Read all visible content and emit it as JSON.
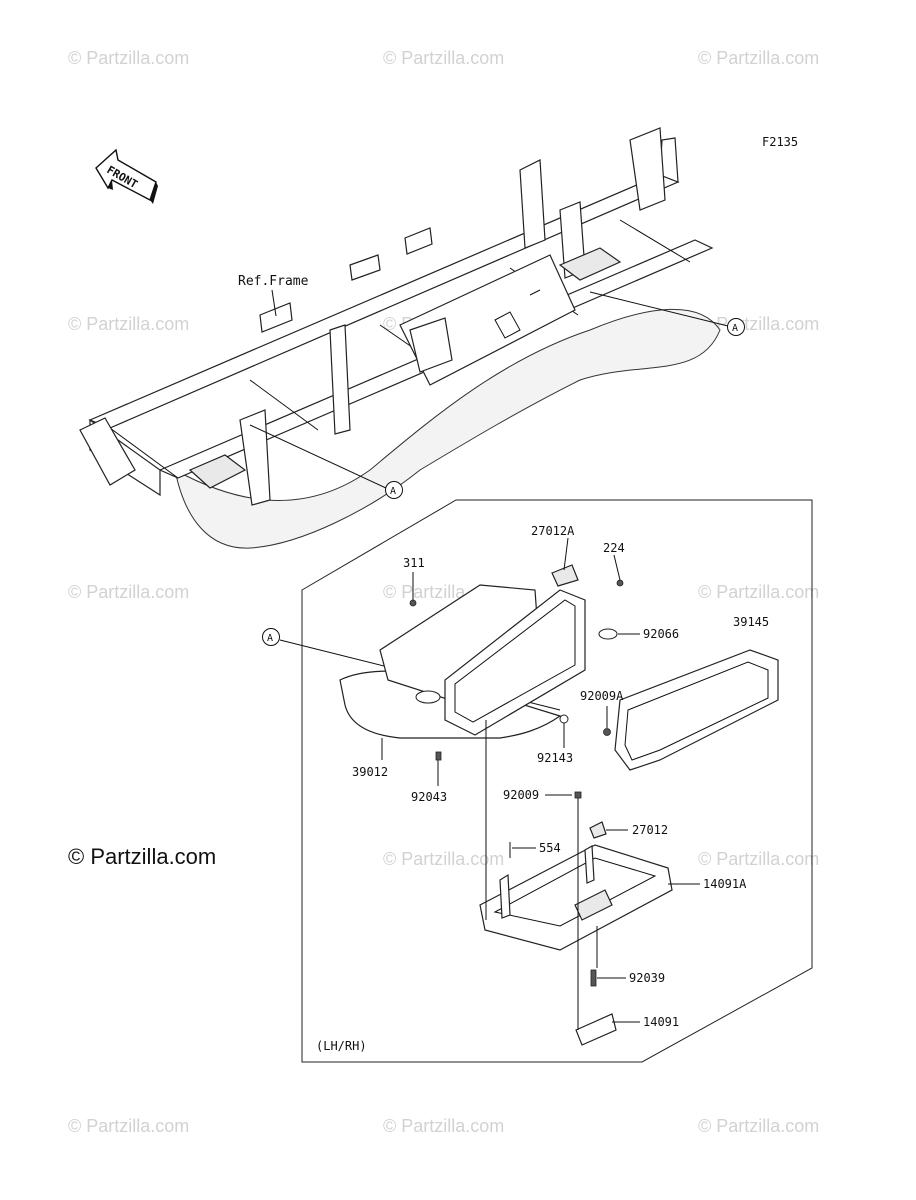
{
  "figure": {
    "code": "F2135",
    "front_label": "FRONT",
    "ref_frame_label": "Ref.Frame",
    "variant_note": "(LH/RH)",
    "reference_marker": "A"
  },
  "callouts": [
    {
      "id": "27012A",
      "text": "27012A"
    },
    {
      "id": "224",
      "text": "224"
    },
    {
      "id": "311",
      "text": "311"
    },
    {
      "id": "92066",
      "text": "92066"
    },
    {
      "id": "39145",
      "text": "39145"
    },
    {
      "id": "92009A",
      "text": "92009A"
    },
    {
      "id": "92143",
      "text": "92143"
    },
    {
      "id": "39012",
      "text": "39012"
    },
    {
      "id": "92043",
      "text": "92043"
    },
    {
      "id": "92009",
      "text": "92009"
    },
    {
      "id": "27012",
      "text": "27012"
    },
    {
      "id": "554",
      "text": "554"
    },
    {
      "id": "14091A",
      "text": "14091A"
    },
    {
      "id": "92039",
      "text": "92039"
    },
    {
      "id": "14091",
      "text": "14091"
    }
  ],
  "watermark": {
    "text": "© Partzilla.com"
  },
  "brand": {
    "text": "© Partzilla.com"
  },
  "colors": {
    "line": "#111111",
    "watermark": "#d2d2d2",
    "background": "#ffffff"
  }
}
